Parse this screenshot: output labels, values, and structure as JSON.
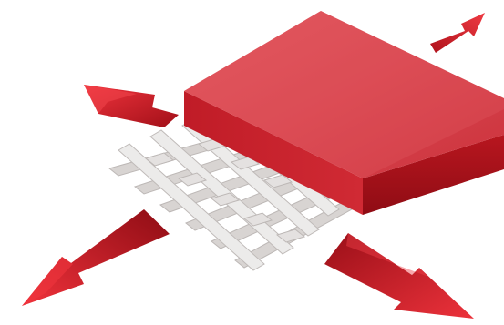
{
  "scene": {
    "subject": "red-block-on-woven-mesh",
    "colors": {
      "block_top": "#d94a52",
      "block_front": "#c8202c",
      "block_side": "#a8121c",
      "mesh": "#e6e3e2",
      "mesh_shadow": "#bdb8b6",
      "arrow_light": "#e8323c",
      "arrow_dark": "#9a0f18"
    },
    "arrows": [
      {
        "direction": "upper-right"
      },
      {
        "direction": "upper-left"
      },
      {
        "direction": "lower-left"
      },
      {
        "direction": "lower-right"
      }
    ]
  }
}
